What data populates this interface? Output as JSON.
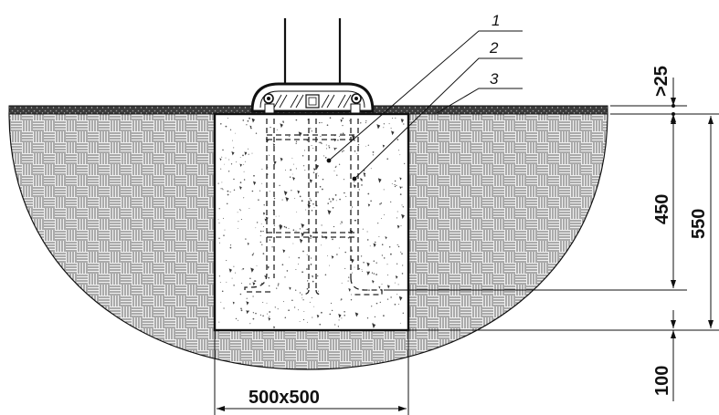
{
  "labels": {
    "callout_1": "1",
    "callout_2": "2",
    "callout_3": "3"
  },
  "dimensions": {
    "top_clearance": ">25",
    "embed_depth": "450",
    "total_depth": "550",
    "bottom_layer": "100",
    "foundation_size": "500x500"
  },
  "colors": {
    "line": "#111111",
    "ground_fill": "#e9e9e9",
    "pavement": "#3a3a3a",
    "concrete": "#ffffff"
  }
}
